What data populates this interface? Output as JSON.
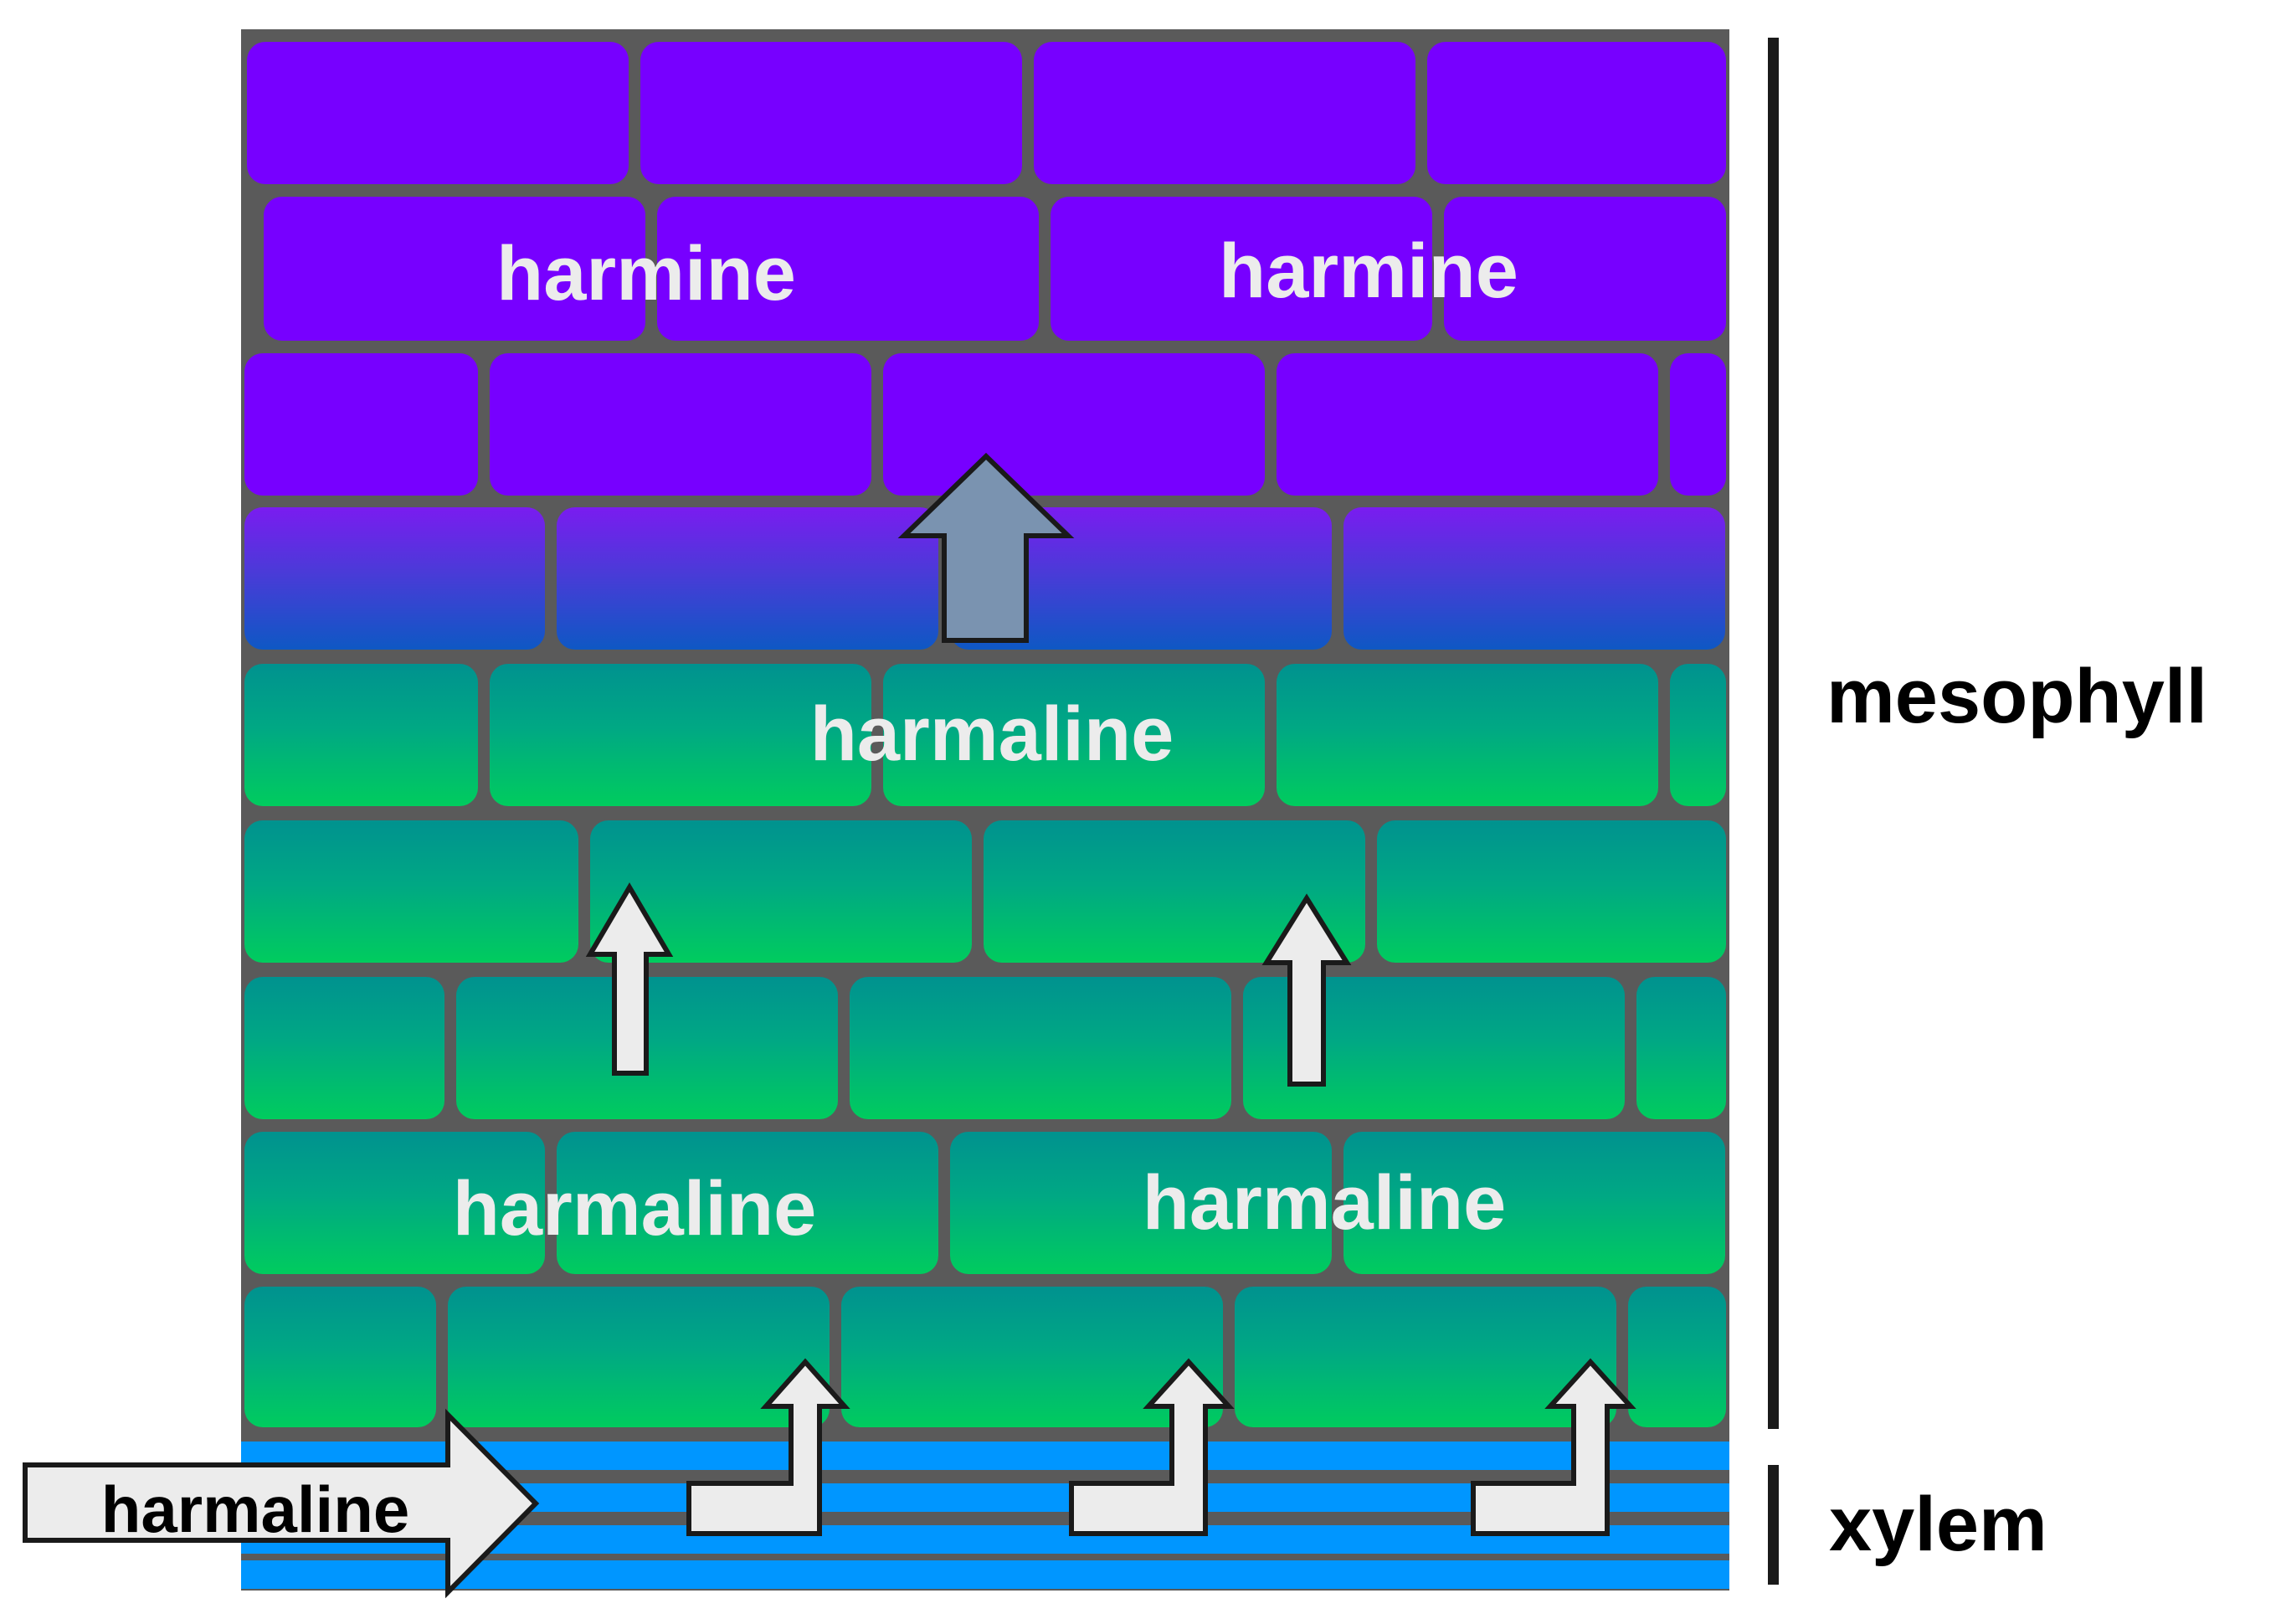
{
  "labels": {
    "harmine_left": "harmine",
    "harmine_right": "harmine",
    "harmaline_middle": "harmaline",
    "harmaline_lower_left": "harmaline",
    "harmaline_lower_right": "harmaline",
    "harmaline_input": "harmaline",
    "mesophyll": "mesophyll",
    "xylem": "xylem"
  },
  "colors": {
    "harmine_zone": "#7700ff",
    "transition_zone_top": "#7a1cf0",
    "transition_zone_bottom": "#1e52c8",
    "harmaline_zone_top": "#00928f",
    "harmaline_zone_bottom": "#00cc5e",
    "xylem_stripe": "#0096ff",
    "cell_wall": "#5a5a5a",
    "conversion_arrow": "#7a93b0",
    "transport_arrow": "#ececec",
    "scale_bar": "#1a1a1a"
  }
}
